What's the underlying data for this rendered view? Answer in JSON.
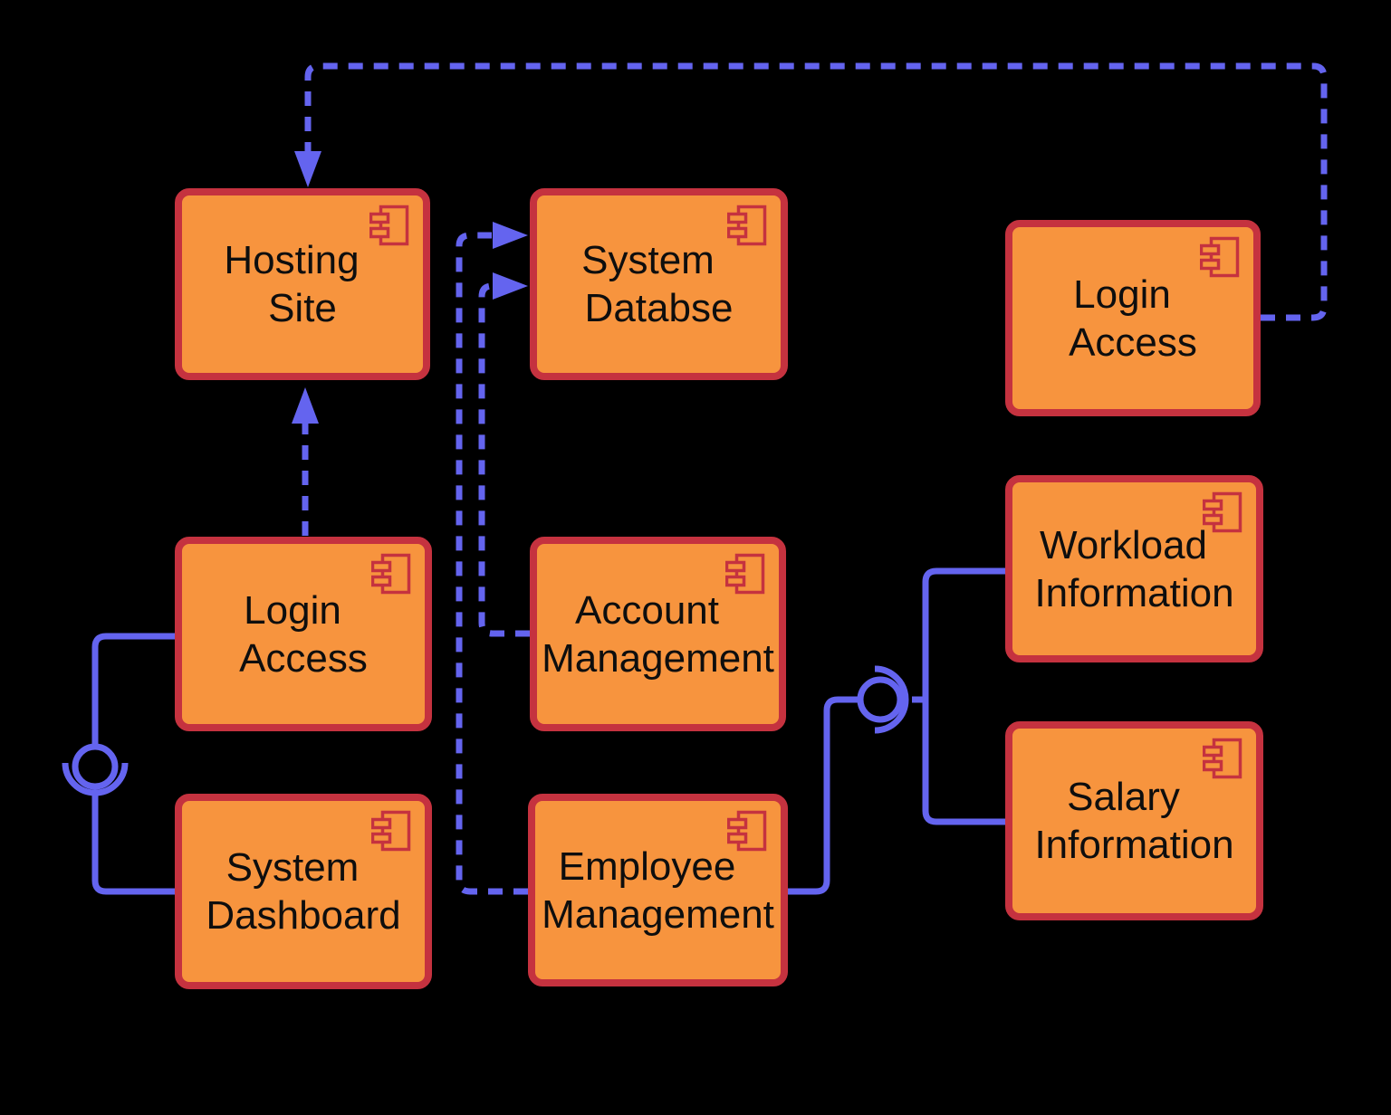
{
  "diagram_type": "uml-component-diagram",
  "colors": {
    "background": "#000000",
    "component_fill": "#F7943E",
    "component_border": "#C5323F",
    "connector_line": "#6464EF",
    "label_text": "#0E0E0E"
  },
  "icons": {
    "component_glyph": "uml-component-icon"
  },
  "components": [
    {
      "id": "hosting-site",
      "lines": [
        "Hosting",
        "Site"
      ]
    },
    {
      "id": "system-database",
      "lines": [
        "System",
        "Databse"
      ]
    },
    {
      "id": "login-access-top-right",
      "lines": [
        "Login",
        "Access"
      ]
    },
    {
      "id": "workload-information",
      "lines": [
        "Workload",
        "Information"
      ]
    },
    {
      "id": "login-access-left",
      "lines": [
        "Login",
        "Access"
      ]
    },
    {
      "id": "account-management",
      "lines": [
        "Account",
        "Management"
      ]
    },
    {
      "id": "system-dashboard",
      "lines": [
        "System",
        "Dashboard"
      ]
    },
    {
      "id": "employee-management",
      "lines": [
        "Employee",
        "Management"
      ]
    },
    {
      "id": "salary-information",
      "lines": [
        "Salary",
        "Information"
      ]
    }
  ],
  "connections": [
    {
      "from": "login-access-top-right",
      "to": "hosting-site",
      "style": "dashed-arrow"
    },
    {
      "from": "login-access-left",
      "to": "hosting-site",
      "style": "dashed-arrow"
    },
    {
      "from": "employee-management",
      "to": "system-database",
      "style": "dashed-arrow"
    },
    {
      "from": "account-management",
      "to": "system-database",
      "style": "dashed-arrow"
    },
    {
      "from": "login-access-left",
      "to": "system-dashboard",
      "style": "ball-and-socket"
    },
    {
      "from": "employee-management",
      "to": "workload-information",
      "style": "ball-and-socket"
    },
    {
      "from": "employee-management",
      "to": "salary-information",
      "style": "ball-and-socket"
    }
  ]
}
